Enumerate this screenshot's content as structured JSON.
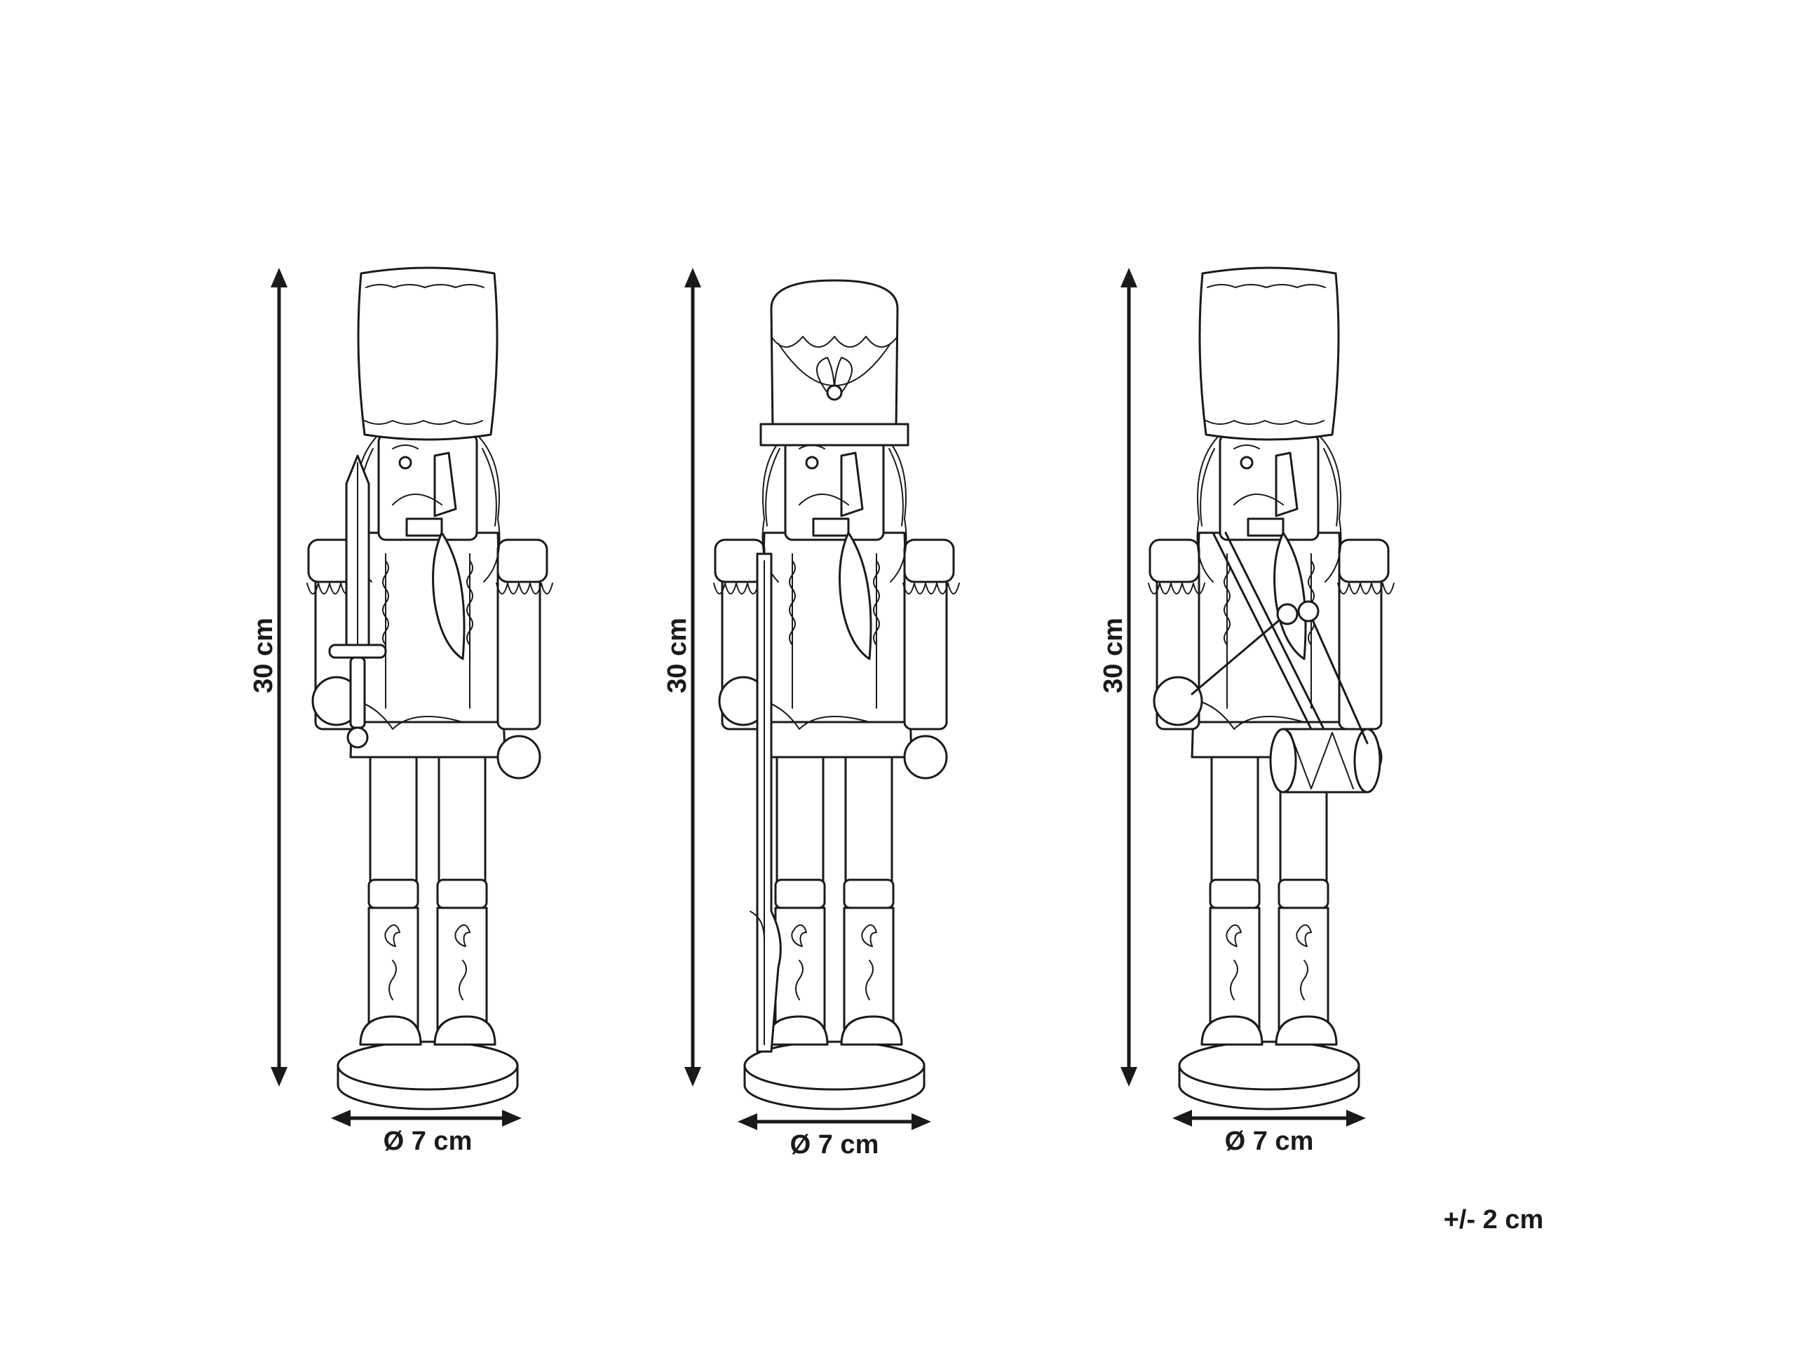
{
  "figures": [
    {
      "name": "nutcracker-sword",
      "height_label": "30 cm",
      "diameter_label": "Ø 7 cm"
    },
    {
      "name": "nutcracker-rifle",
      "height_label": "30 cm",
      "diameter_label": "Ø 7 cm"
    },
    {
      "name": "nutcracker-drum",
      "height_label": "30 cm",
      "diameter_label": "Ø 7 cm"
    }
  ],
  "tolerance_label": "+/- 2 cm"
}
